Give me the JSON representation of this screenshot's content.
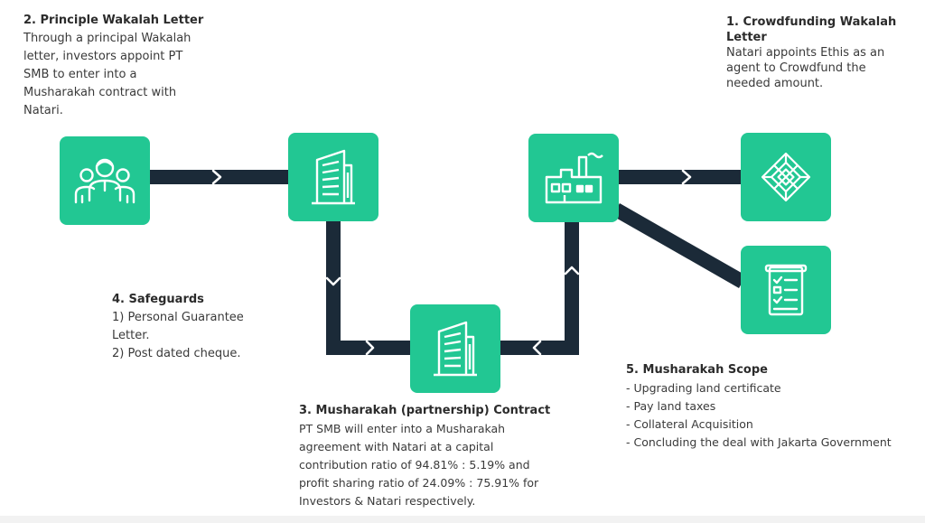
{
  "colors": {
    "accent": "#22c793",
    "connector": "#1b2a38",
    "text": "#3a3a3a"
  },
  "nodes": [
    {
      "id": "investors",
      "icon": "investors-group-icon"
    },
    {
      "id": "pt-smb-building-top",
      "icon": "office-building-icon"
    },
    {
      "id": "pt-smb-building-bottom",
      "icon": "office-building-icon"
    },
    {
      "id": "natari-factory",
      "icon": "factory-icon"
    },
    {
      "id": "ethis",
      "icon": "ethis-logo-icon"
    },
    {
      "id": "scope-document",
      "icon": "checklist-document-icon"
    }
  ],
  "labels": {
    "crowdfunding": {
      "title_lines": [
        "1. Crowdfunding Wakalah",
        "Letter"
      ],
      "body_lines": [
        "Natari appoints Ethis as an",
        "agent to Crowdfund the",
        "needed amount."
      ]
    },
    "principle": {
      "title": "2. Principle Wakalah Letter",
      "body_lines": [
        "Through a principal Wakalah",
        "letter, investors appoint PT",
        "SMB to enter into a",
        "Musharakah contract with",
        "Natari."
      ]
    },
    "musharakah_contract": {
      "title": "3. Musharakah (partnership) Contract",
      "body_lines": [
        "PT SMB will enter into a Musharakah",
        "agreement with Natari at a capital",
        "contribution ratio of  94.81% : 5.19% and",
        "profit sharing ratio of 24.09% : 75.91%  for",
        "Investors & Natari respectively."
      ]
    },
    "safeguards": {
      "title": "4. Safeguards",
      "body_lines": [
        "1) Personal Guarantee",
        "Letter.",
        "2) Post dated cheque."
      ]
    },
    "scope": {
      "title": "5. Musharakah Scope",
      "body_lines": [
        "- Upgrading land certificate",
        "- Pay land taxes",
        "- Collateral Acquisition",
        "- Concluding the deal with Jakarta Government"
      ]
    }
  }
}
